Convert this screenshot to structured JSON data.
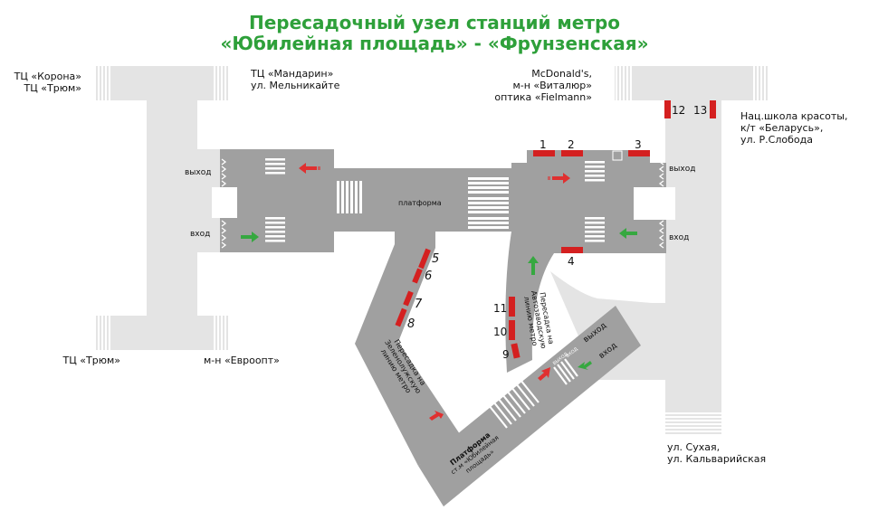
{
  "title": {
    "line1": "Пересадочный узел станций метро",
    "line2": "«Юбилейная площадь» - «Фрунзенская»"
  },
  "labels": {
    "tc_korona": "ТЦ «Корона»",
    "tc_trum_top": "ТЦ «Трюм»",
    "tc_mandarin": "ТЦ «Мандарин»",
    "ul_melnikayte": "ул. Мельникайте",
    "mcdonalds": "McDonald's,",
    "vitalur": "м-н «Виталюр»",
    "fielmann": "оптика «Fielmann»",
    "nat_school": "Нац.школа красоты,",
    "kt_belarus": "к/т «Беларусь»,",
    "ul_rsloboda": "ул. Р.Слобода",
    "tc_trum_bottom": "ТЦ «Трюм»",
    "evroopt": "м-н «Евроопт»",
    "ul_suhaya": "ул. Сухая,",
    "ul_kalvariyskaya": "ул. Кальварийская",
    "exit_left": "выход",
    "enter_left": "вход",
    "exit_right": "выход",
    "enter_right": "вход",
    "exit_lower": "выход",
    "enter_lower": "вход",
    "platforma_main": "платформа",
    "transfer_left_1": "Пересадка на",
    "transfer_left_2": "Зеленолужскую",
    "transfer_left_3": "линию метро",
    "transfer_right_1": "Пересадка на",
    "transfer_right_2": "Автозаводскую",
    "transfer_right_3": "линию метро",
    "platform_bottom_1": "Платформа",
    "platform_bottom_2": "ст.м «Юбилейная",
    "platform_bottom_3": "площадь»",
    "stair_small_1": "ВЫХОД",
    "stair_small_2": "ВХОД"
  },
  "exits": {
    "n1": "1",
    "n2": "2",
    "n3": "3",
    "n4": "4",
    "n5": "5",
    "n6": "6",
    "n7": "7",
    "n8": "8",
    "n9": "9",
    "n10": "10",
    "n11": "11",
    "n12": "12",
    "n13": "13"
  },
  "colors": {
    "title": "#2ea03a",
    "floor": "#a0a0a0",
    "street": "#e4e4e4",
    "exit_marker": "#d42020",
    "arrow_exit": "#e03030",
    "arrow_enter": "#36a840"
  },
  "icons": {
    "exit_arrow": "red-arrow-icon",
    "enter_arrow": "green-arrow-icon",
    "stairs": "stairs-icon"
  }
}
